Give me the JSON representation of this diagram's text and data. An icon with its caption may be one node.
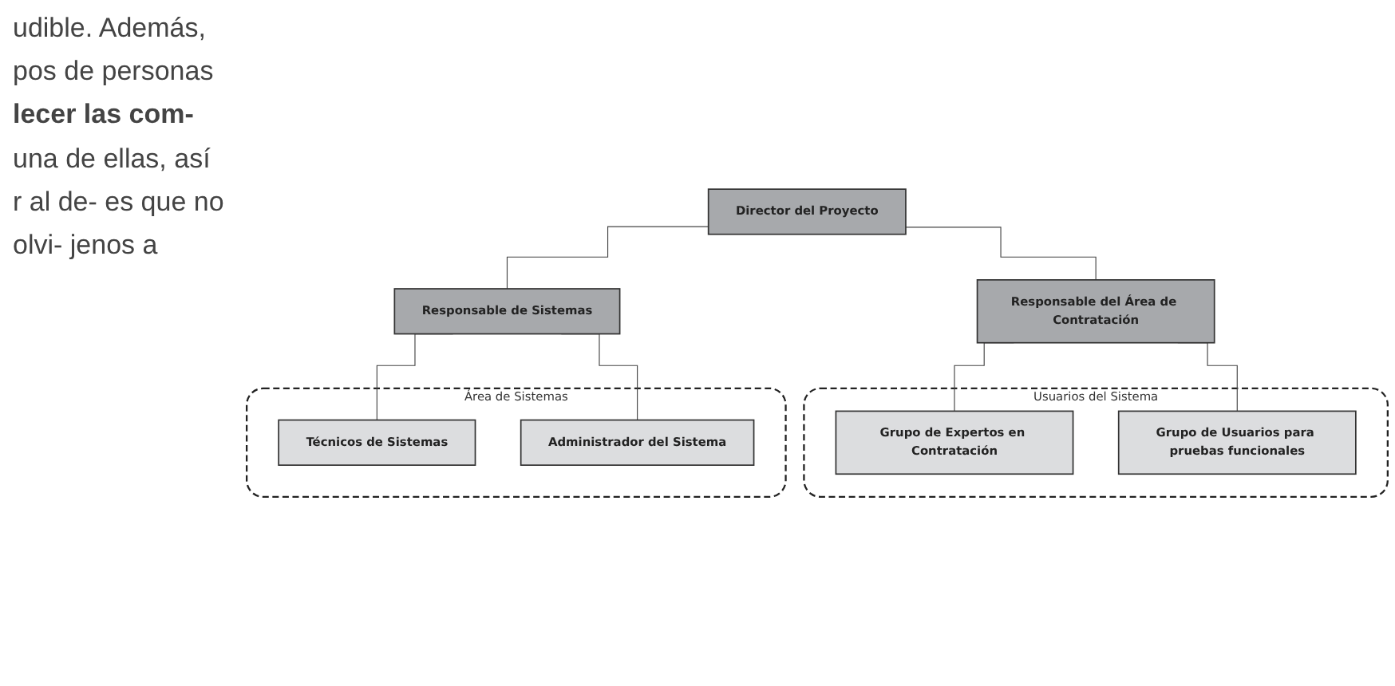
{
  "diagram": {
    "nodes": [
      {
        "text": [
          "Director del Proyecto"
        ]
      },
      {
        "text": [
          "Responsable del Área de Contratación"
        ]
      },
      {
        "text": [
          "Responsable de Sistemas"
        ]
      },
      {
        "text": [
          "Usuarios del Sistema"
        ]
      },
      {
        "text": [
          "Grupo de Expertos en Contratación"
        ],
        "in": 3
      },
      {
        "text": [
          "Grupo de Usuarios para pruebas funcionales"
        ],
        "in": 3
      },
      {
        "text": [
          "Área de Sistemas"
        ]
      },
      {
        "text": [
          "Técnicos de Sistemas"
        ],
        "in": 6
      },
      {
        "text": [
          "Administrador del Sistema"
        ],
        "in": 6
      }
    ],
    "edges": [
      {
        "from": 0,
        "to": 1,
        "arrow": "none"
      },
      {
        "from": 0,
        "to": 2,
        "arrow": "none"
      },
      {
        "from": 1,
        "to": 4,
        "arrow": "none"
      },
      {
        "from": 1,
        "to": 5,
        "arrow": "none"
      },
      {
        "from": 2,
        "to": 7,
        "arrow": "none"
      },
      {
        "from": 2,
        "to": 8,
        "arrow": "none"
      }
    ],
    "labels": [
      "udible. Además, pos de personas **lecer las com-** una de ellas, así r al de- es que no olvi- jenos a"
    ]
  }
}
